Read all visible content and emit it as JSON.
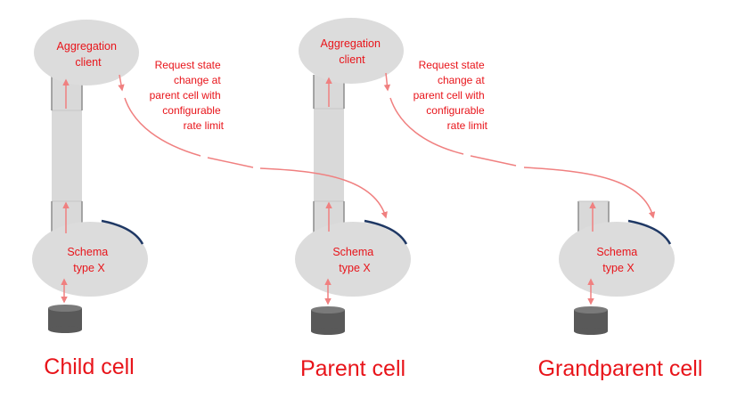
{
  "cells": [
    {
      "id": "child",
      "caption": "Child cell",
      "has_aggregation_client": true,
      "aggregation_label_lines": [
        "Aggregation",
        "client"
      ],
      "schema_label_lines": [
        "Schema",
        "type X"
      ]
    },
    {
      "id": "parent",
      "caption": "Parent cell",
      "has_aggregation_client": true,
      "aggregation_label_lines": [
        "Aggregation",
        "client"
      ],
      "schema_label_lines": [
        "Schema",
        "type X"
      ]
    },
    {
      "id": "grandparent",
      "caption": "Grandparent cell",
      "has_aggregation_client": false,
      "schema_label_lines": [
        "Schema",
        "type X"
      ]
    }
  ],
  "request_notes": [
    {
      "from": "child",
      "to": "parent",
      "lines": [
        "Request state",
        "change at",
        "parent cell with",
        "configurable",
        "rate limit"
      ]
    },
    {
      "from": "parent",
      "to": "grandparent",
      "lines": [
        "Request state",
        "change at",
        "parent cell with",
        "configurable",
        "rate limit"
      ]
    }
  ],
  "colors": {
    "text": "#e8141a",
    "ellipse_fill": "#dcdcdc",
    "column_fill": "#d9d9d9",
    "arrow": "#f08080",
    "schema_arc": "#1f3864",
    "db_fill": "#595959"
  }
}
